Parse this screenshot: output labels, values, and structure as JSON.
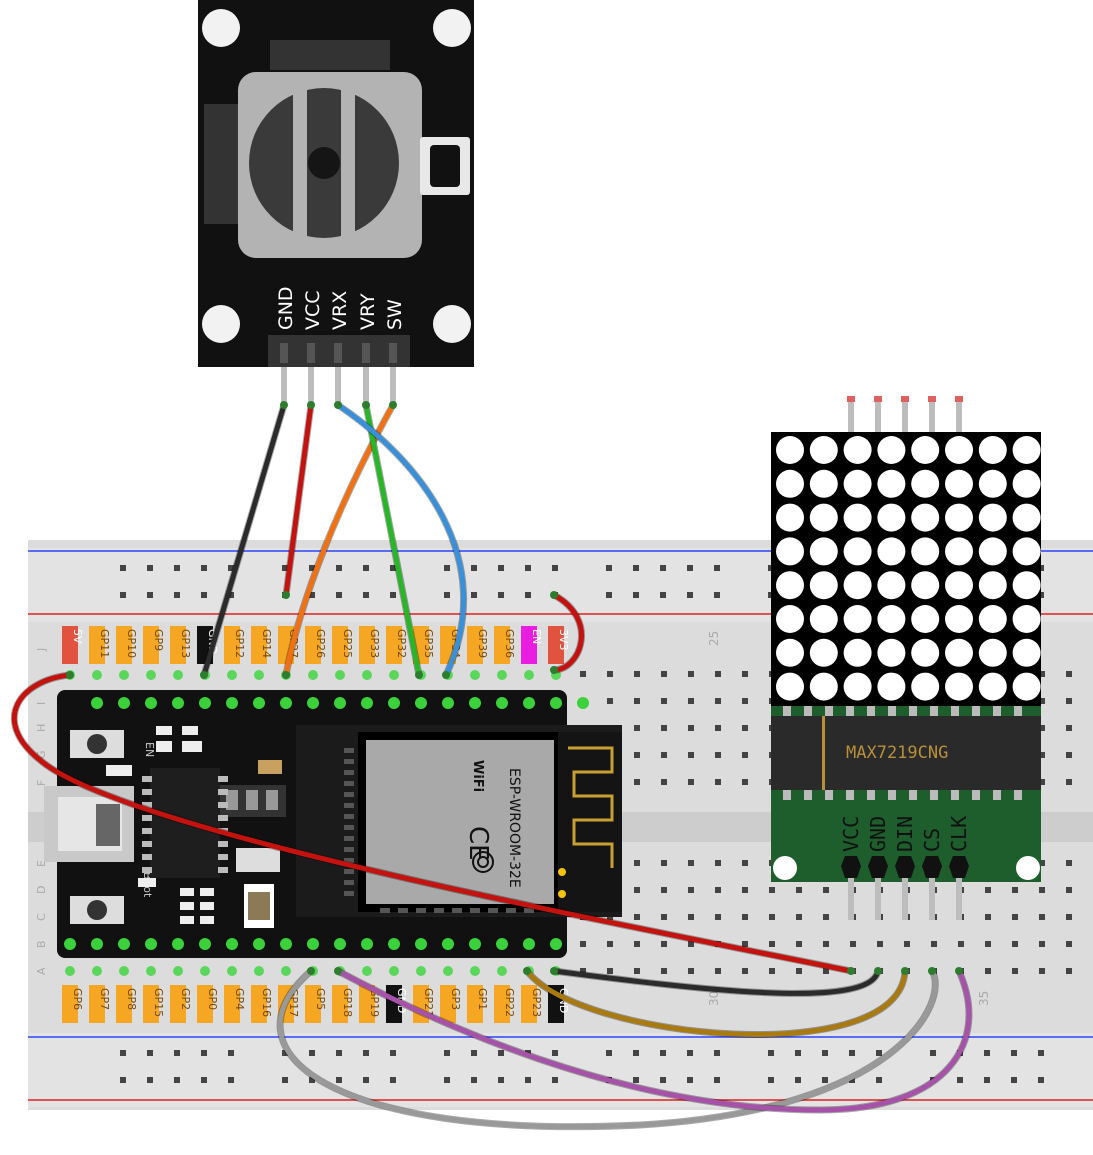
{
  "joystick": {
    "pins": [
      "GND",
      "VCC",
      "VRX",
      "VRY",
      "SW"
    ]
  },
  "esp32": {
    "module_label": "ESP-WROOM-32E",
    "wifi_label": "WiFi",
    "ce_label": "CE",
    "en_label": "EN",
    "boot_label": "Boot",
    "top_pins": [
      {
        "label": "5V",
        "color": "#e2533f"
      },
      {
        "label": "GP11",
        "color": "#f5a623"
      },
      {
        "label": "GP10",
        "color": "#f5a623"
      },
      {
        "label": "GP9",
        "color": "#f5a623"
      },
      {
        "label": "GP13",
        "color": "#f5a623"
      },
      {
        "label": "GND",
        "color": "#111111"
      },
      {
        "label": "GP12",
        "color": "#f5a623"
      },
      {
        "label": "GP14",
        "color": "#f5a623"
      },
      {
        "label": "GP27",
        "color": "#f5a623"
      },
      {
        "label": "GP26",
        "color": "#f5a623"
      },
      {
        "label": "GP25",
        "color": "#f5a623"
      },
      {
        "label": "GP33",
        "color": "#f5a623"
      },
      {
        "label": "GP32",
        "color": "#f5a623"
      },
      {
        "label": "GP35",
        "color": "#f5a623"
      },
      {
        "label": "GP34",
        "color": "#f5a623"
      },
      {
        "label": "GP39",
        "color": "#f5a623"
      },
      {
        "label": "GP36",
        "color": "#f5a623"
      },
      {
        "label": "EN",
        "color": "#e91ee0"
      },
      {
        "label": "3V3",
        "color": "#e2533f"
      }
    ],
    "bottom_pins": [
      {
        "label": "GP6",
        "color": "#f5a623"
      },
      {
        "label": "GP7",
        "color": "#f5a623"
      },
      {
        "label": "GP8",
        "color": "#f5a623"
      },
      {
        "label": "GP15",
        "color": "#f5a623"
      },
      {
        "label": "GP2",
        "color": "#f5a623"
      },
      {
        "label": "GP0",
        "color": "#f5a623"
      },
      {
        "label": "GP4",
        "color": "#f5a623"
      },
      {
        "label": "GP16",
        "color": "#f5a623"
      },
      {
        "label": "GP17",
        "color": "#f5a623"
      },
      {
        "label": "GP5",
        "color": "#f5a623"
      },
      {
        "label": "GP18",
        "color": "#f5a623"
      },
      {
        "label": "GP19",
        "color": "#f5a623"
      },
      {
        "label": "GND",
        "color": "#111111"
      },
      {
        "label": "GP21",
        "color": "#f5a623"
      },
      {
        "label": "GP3",
        "color": "#f5a623"
      },
      {
        "label": "GP1",
        "color": "#f5a623"
      },
      {
        "label": "GP22",
        "color": "#f5a623"
      },
      {
        "label": "GP23",
        "color": "#f5a623"
      },
      {
        "label": "GND",
        "color": "#111111"
      }
    ]
  },
  "breadboard": {
    "row_letters_left": [
      "J",
      "I",
      "H",
      "G",
      "F",
      "E",
      "D",
      "C",
      "B",
      "A"
    ],
    "column_numbers": [
      "25",
      "30",
      "35"
    ]
  },
  "matrix": {
    "chip_label": "MAX7219CNG",
    "pins": [
      "VCC",
      "GND",
      "DIN",
      "CS",
      "CLK"
    ]
  },
  "wire_colors": {
    "black": "#2b2b2b",
    "red": "#c4120e",
    "orange": "#f07113",
    "green": "#28b528",
    "blue": "#3a8fd9",
    "brown": "#a87a10",
    "gray": "#999999",
    "purple": "#a552a8"
  }
}
